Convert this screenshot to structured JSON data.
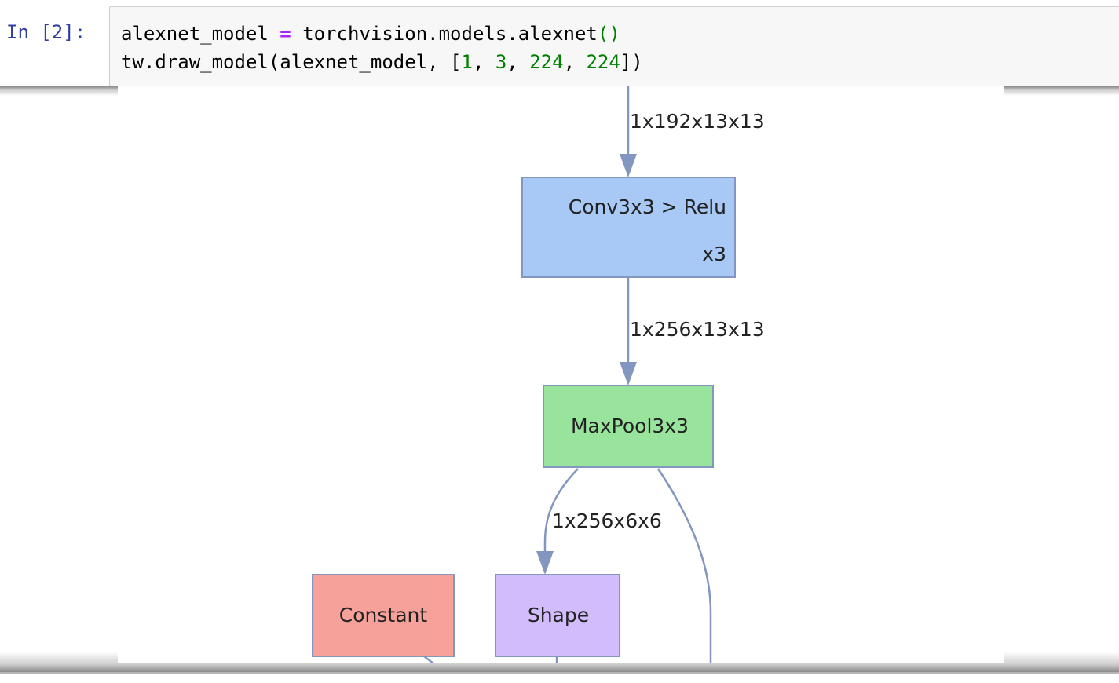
{
  "cell": {
    "prompt": "In [2]:",
    "code_line1": {
      "var": "alexnet_model",
      "op": "=",
      "call": "torchvision.models.alexnet",
      "parens": "()"
    },
    "code_line2": {
      "call": "tw.draw_model(alexnet_model, [",
      "n1": "1",
      "sep1": ", ",
      "n2": "3",
      "sep2": ", ",
      "n3": "224",
      "sep3": ", ",
      "n4": "224",
      "end": "])"
    }
  },
  "graph": {
    "nodes": {
      "conv": {
        "label": "Conv3x3 > Relu",
        "repeat": "x3",
        "fill": "#a8c8f5"
      },
      "maxpool": {
        "label": "MaxPool3x3",
        "fill": "#98e49c"
      },
      "constant": {
        "label": "Constant",
        "fill": "#f6a19a"
      },
      "shape": {
        "label": "Shape",
        "fill": "#d2bcfc"
      }
    },
    "edges": {
      "in_conv": "1x192x13x13",
      "conv_pool": "1x256x13x13",
      "pool_shape": "1x256x6x6"
    },
    "edge_color": "#8396c0"
  }
}
